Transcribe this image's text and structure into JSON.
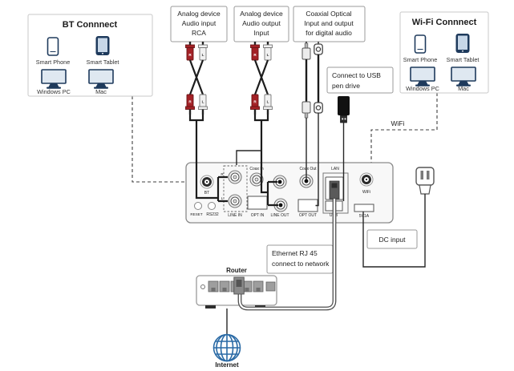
{
  "bt_box": {
    "title": "BT Connnect",
    "phone": "Smart Phone",
    "tablet": "Smart Tablet",
    "pc": "Windows PC",
    "mac": "Mac"
  },
  "wifi_box": {
    "title": "Wi-Fi Connnect",
    "phone": "Smart Phone",
    "tablet": "Smart Tablet",
    "pc": "Windows PC",
    "mac": "Mac"
  },
  "analog_in_box": {
    "line1": "Analog device",
    "line2": "Audio input",
    "line3": "RCA"
  },
  "analog_out_box": {
    "line1": "Analog device",
    "line2": "Audio output",
    "line3": "Input"
  },
  "coax_box": {
    "line1": "Coaxial Optical",
    "line2": "Input and output",
    "line3": "for digital audio"
  },
  "usb_box": {
    "line1": "Connect to USB",
    "line2": "pen drive"
  },
  "ethernet_box": {
    "line1": "Ethernet RJ 45",
    "line2": "connect to network"
  },
  "dc_box": {
    "label": "DC input"
  },
  "panel": {
    "bt": "BT",
    "reset": "RESET",
    "rs232": "RS232",
    "line_in": "LINE IN",
    "coax_in": "Coax In",
    "opt_in": "OPT IN",
    "line_out": "LINE OUT",
    "coax_out": "Coax Out",
    "opt_out": "OPT OUT",
    "lan": "LAN",
    "usb": "USB",
    "wifi": "WiFi",
    "power": "5V1A"
  },
  "cable_labels": {
    "r": "R",
    "l": "L"
  },
  "misc": {
    "router": "Router",
    "internet": "Internet",
    "wifi_link": "WiFi"
  },
  "colors": {
    "navy": "#1e3a5c",
    "rca_red": "#a32126",
    "globe_blue": "#2a6aa5",
    "wire": "#1c1c1c"
  }
}
